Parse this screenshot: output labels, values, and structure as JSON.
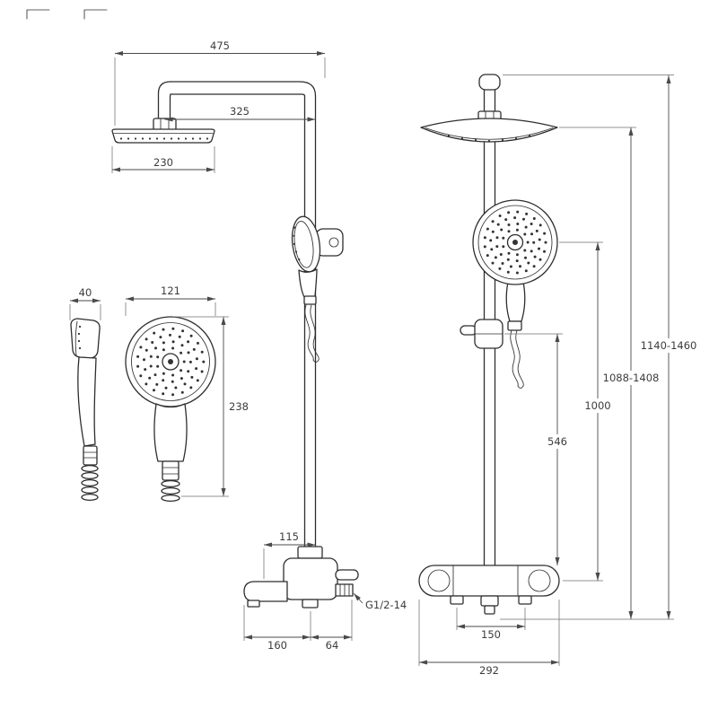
{
  "drawing": {
    "side_view": {
      "arm_width": "475",
      "arm_offset": "325",
      "rain_head_diameter": "230",
      "hand_shower_depth": "40",
      "hand_shower_diameter": "121",
      "hand_shower_length": "238",
      "spout_offset": "115",
      "spout_reach": "160",
      "rear_offset": "64",
      "thread": "G1/2-14"
    },
    "front_view": {
      "supply_centers": "150",
      "mixer_width": "292",
      "bracket_height": "546",
      "column_length": "1000",
      "head_height_range": "1088-1408",
      "total_height_range": "1140-1460"
    }
  }
}
